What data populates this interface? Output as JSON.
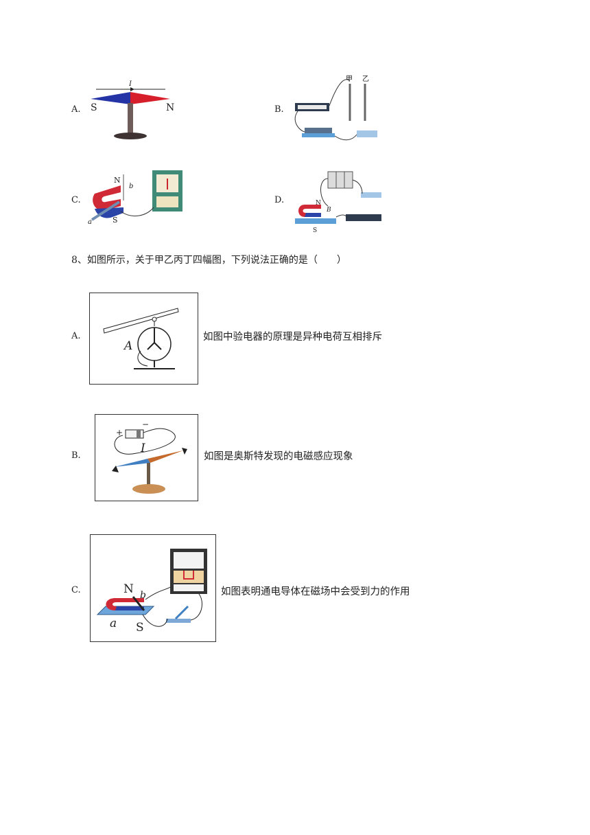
{
  "q7": {
    "options": {
      "A": {
        "label": "A.",
        "fig": {
          "current": "I",
          "south": "S",
          "north": "N"
        }
      },
      "B": {
        "label": "B.",
        "fig": {
          "jia": "甲",
          "yi": "乙"
        }
      },
      "C": {
        "label": "C.",
        "fig": {
          "n": "N",
          "s": "S",
          "a": "a",
          "b": "b"
        }
      },
      "D": {
        "label": "D.",
        "fig": {
          "n": "N",
          "s": "S",
          "b": "B"
        }
      }
    }
  },
  "q8": {
    "stem": "8、如图所示，关于甲乙丙丁四幅图，下列说法正确的是（　　）",
    "options": [
      {
        "label": "A.",
        "text": "如图中验电器的原理是异种电荷互相排斥",
        "fig": {
          "letter": "A"
        }
      },
      {
        "label": "B.",
        "text": "如图是奥斯特发现的电磁感应现象",
        "fig": {
          "plus": "+",
          "minus": "−",
          "current": "I"
        }
      },
      {
        "label": "C.",
        "text": "如图表明通电导体在磁场中会受到力的作用",
        "fig": {
          "n": "N",
          "s": "S",
          "a": "a",
          "b": "b"
        }
      }
    ]
  }
}
